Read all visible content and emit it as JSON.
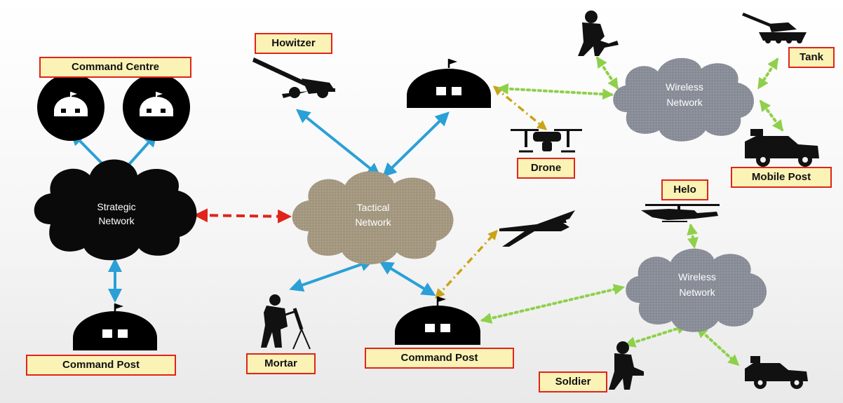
{
  "labels": {
    "command_centre": "Command Centre",
    "howitzer": "Howitzer",
    "tank": "Tank",
    "drone": "Drone",
    "mobile_post": "Mobile Post",
    "helo": "Helo",
    "command_post_left": "Command Post",
    "mortar": "Mortar",
    "command_post_center": "Command Post",
    "soldier": "Soldier"
  },
  "networks": {
    "strategic": [
      "Strategic",
      "Network"
    ],
    "tactical": [
      "Tactical",
      "Network"
    ],
    "wireless_top": [
      "Wireless",
      "Network"
    ],
    "wireless_bottom": [
      "Wireless",
      "Network"
    ]
  },
  "colors": {
    "label_fill": "#fbf3b5",
    "label_border": "#e0241b",
    "blue_link": "#2aa0d6",
    "green_link": "#8ed04a",
    "gold_link": "#c9a417",
    "red_link": "#e0241b",
    "strategic_cloud": "#0a0a0a",
    "tactical_cloud": "#a59881",
    "wireless_cloud": "#8a8e98"
  }
}
